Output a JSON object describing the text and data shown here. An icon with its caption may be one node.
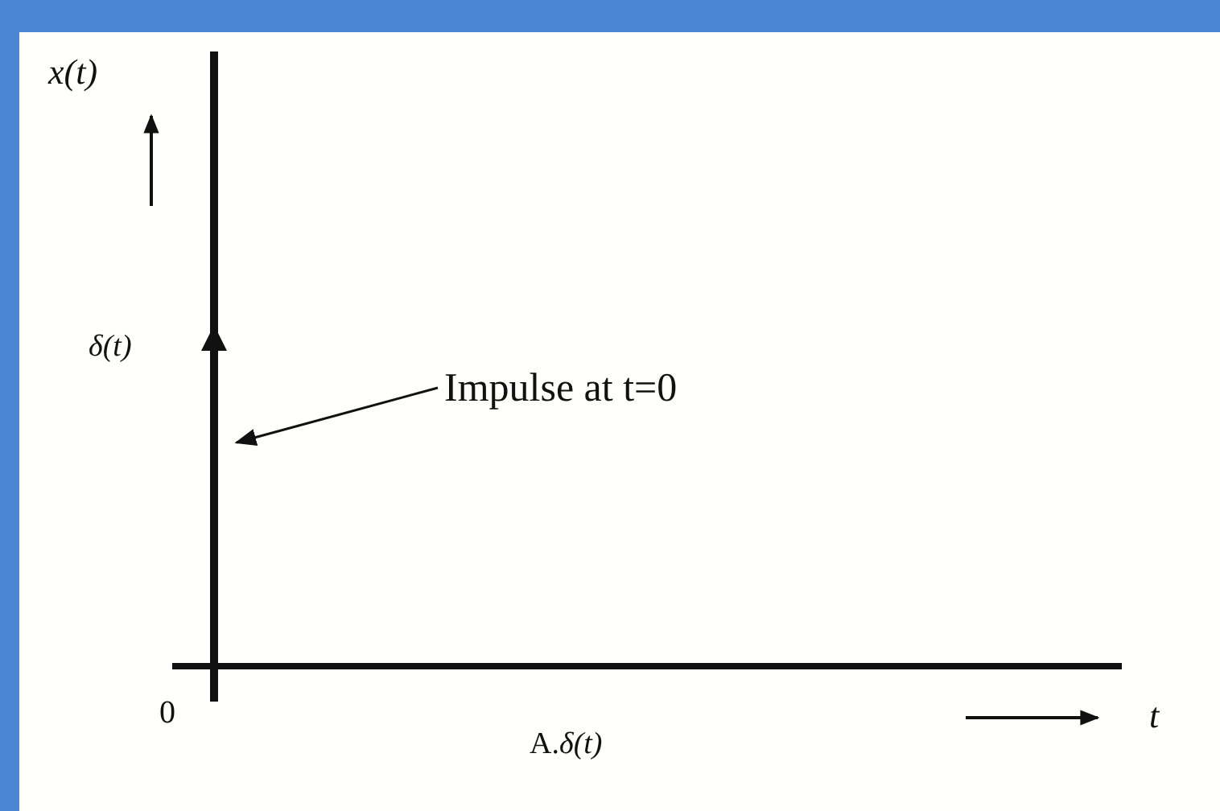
{
  "diagram": {
    "nodes": [
      {
        "text": [
          "Impulse at t=0"
        ]
      },
      {
        "text": [],
        "shape": "bar"
      }
    ],
    "edges": [
      {
        "from": 0,
        "to": 1,
        "arrow": "to"
      }
    ],
    "labels": [
      "x(t)",
      "δ(t)",
      "0",
      "t",
      "A.*δ(t)*"
    ]
  }
}
